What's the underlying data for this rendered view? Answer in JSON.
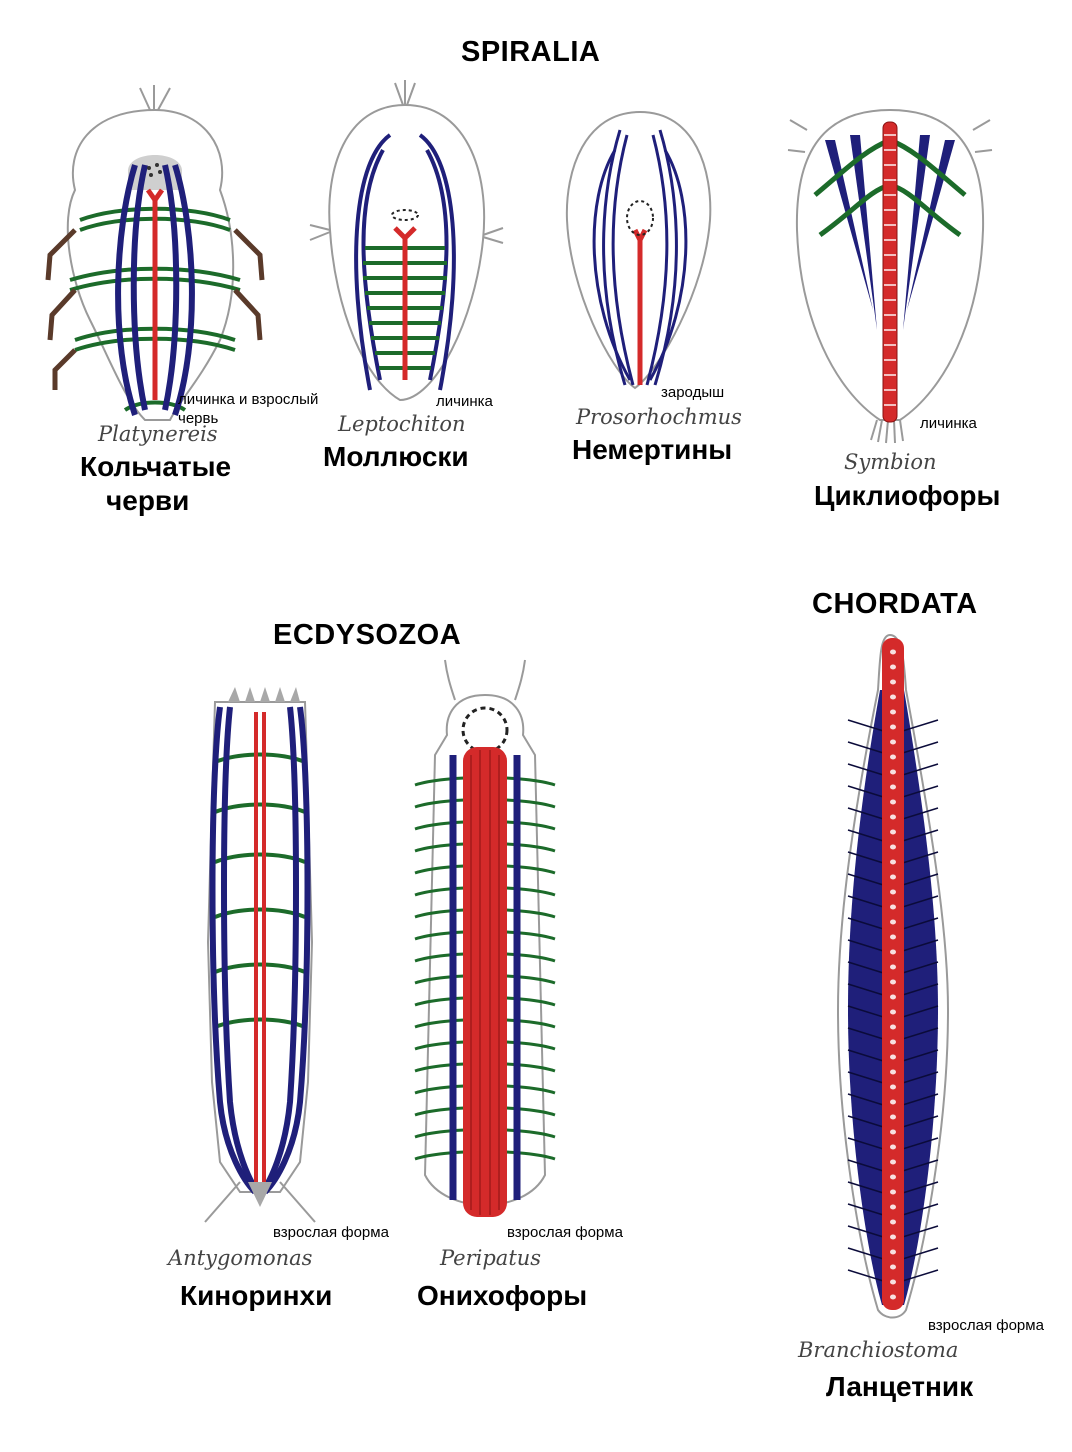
{
  "groups": {
    "spiralia": "SPIRALIA",
    "ecdysozoa": "ECDYSOZOA",
    "chordata": "CHORDATA"
  },
  "organisms": {
    "platynereis": {
      "latin": "Platynereis",
      "common_line1": "Кольчатые",
      "common_line2": "черви",
      "stage_line1": "личинка и взрослый",
      "stage_line2": "червь"
    },
    "leptochiton": {
      "latin": "Leptochiton",
      "common": "Моллюски",
      "stage": "личинка"
    },
    "prosorhochmus": {
      "latin": "Prosorhochmus",
      "common": "Немертины",
      "stage": "зародыш"
    },
    "symbion": {
      "latin": "Symbion",
      "common": "Циклиофоры",
      "stage": "личинка"
    },
    "antygomonas": {
      "latin": "Antygomonas",
      "common": "Киноринхи",
      "stage": "взрослая форма"
    },
    "peripatus": {
      "latin": "Peripatus",
      "common": "Онихофоры",
      "stage": "взрослая форма"
    },
    "branchiostoma": {
      "latin": "Branchiostoma",
      "common": "Ланцетник",
      "stage": "взрослая форма"
    }
  },
  "colors": {
    "longitudinal_muscle": "#1f1f7a",
    "ventral_midline": "#d42a2a",
    "transverse_muscle": "#1c6b2a",
    "parapodia": "#5a3a2a",
    "outline": "#9a9a9a"
  }
}
